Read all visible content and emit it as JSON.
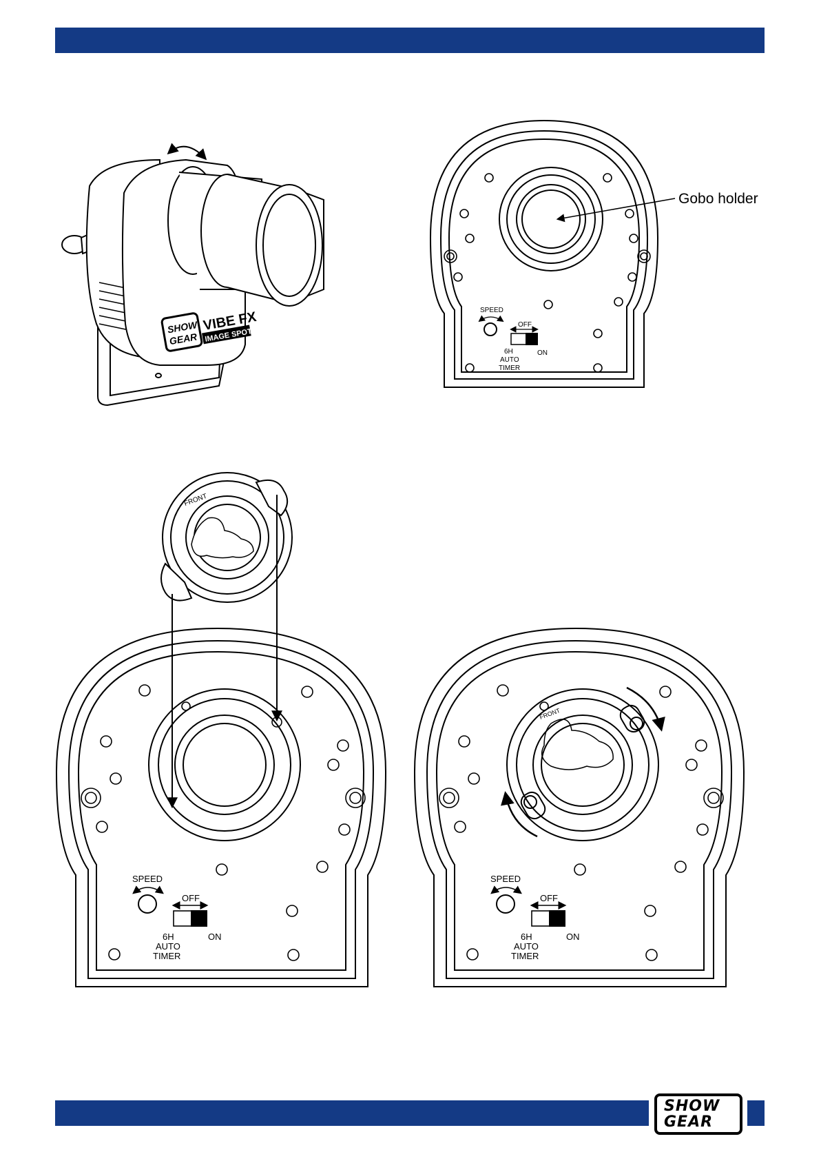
{
  "figure_a": {
    "logo_line1": "SHOW",
    "logo_line2": "GEAR",
    "product_line1": "VIBE FX",
    "product_line2": "IMAGE SPOT"
  },
  "figure_b": {
    "callout": "Gobo holder",
    "panel": {
      "speed": "SPEED",
      "off": "OFF",
      "timer1": "6H",
      "timer2": "AUTO",
      "timer3": "TIMER",
      "on": "ON"
    }
  },
  "figure_c": {
    "holder_label": "FRONT",
    "panel": {
      "speed": "SPEED",
      "off": "OFF",
      "timer1": "6H",
      "timer2": "AUTO",
      "timer3": "TIMER",
      "on": "ON"
    }
  },
  "figure_d": {
    "holder_label": "FRONT",
    "panel": {
      "speed": "SPEED",
      "off": "OFF",
      "timer1": "6H",
      "timer2": "AUTO",
      "timer3": "TIMER",
      "on": "ON"
    }
  },
  "footer": {
    "logo_line1": "SHOW",
    "logo_line2": "GEAR"
  }
}
